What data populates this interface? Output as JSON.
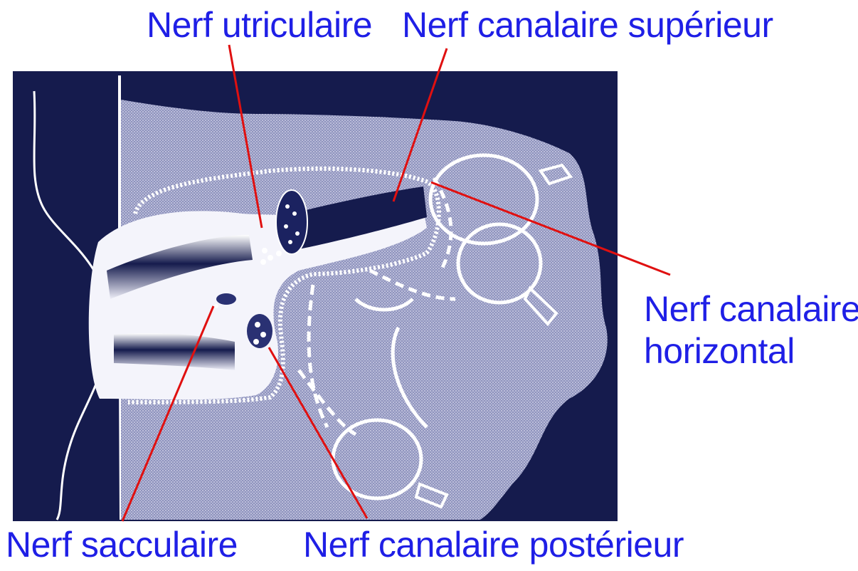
{
  "labels": {
    "utriculaire": "Nerf utriculaire",
    "superieur": "Nerf canalaire supérieur",
    "horizontal_line1": "Nerf canalaire",
    "horizontal_line2": "horizontal",
    "sacculaire": "Nerf sacculaire",
    "posterieur": "Nerf canalaire postérieur"
  },
  "colors": {
    "label_text": "#1f1fe6",
    "pointer_line": "#e01010",
    "background_dark": "#151b4d",
    "tissue": "#9ea1c6",
    "outline": "#ffffff"
  }
}
